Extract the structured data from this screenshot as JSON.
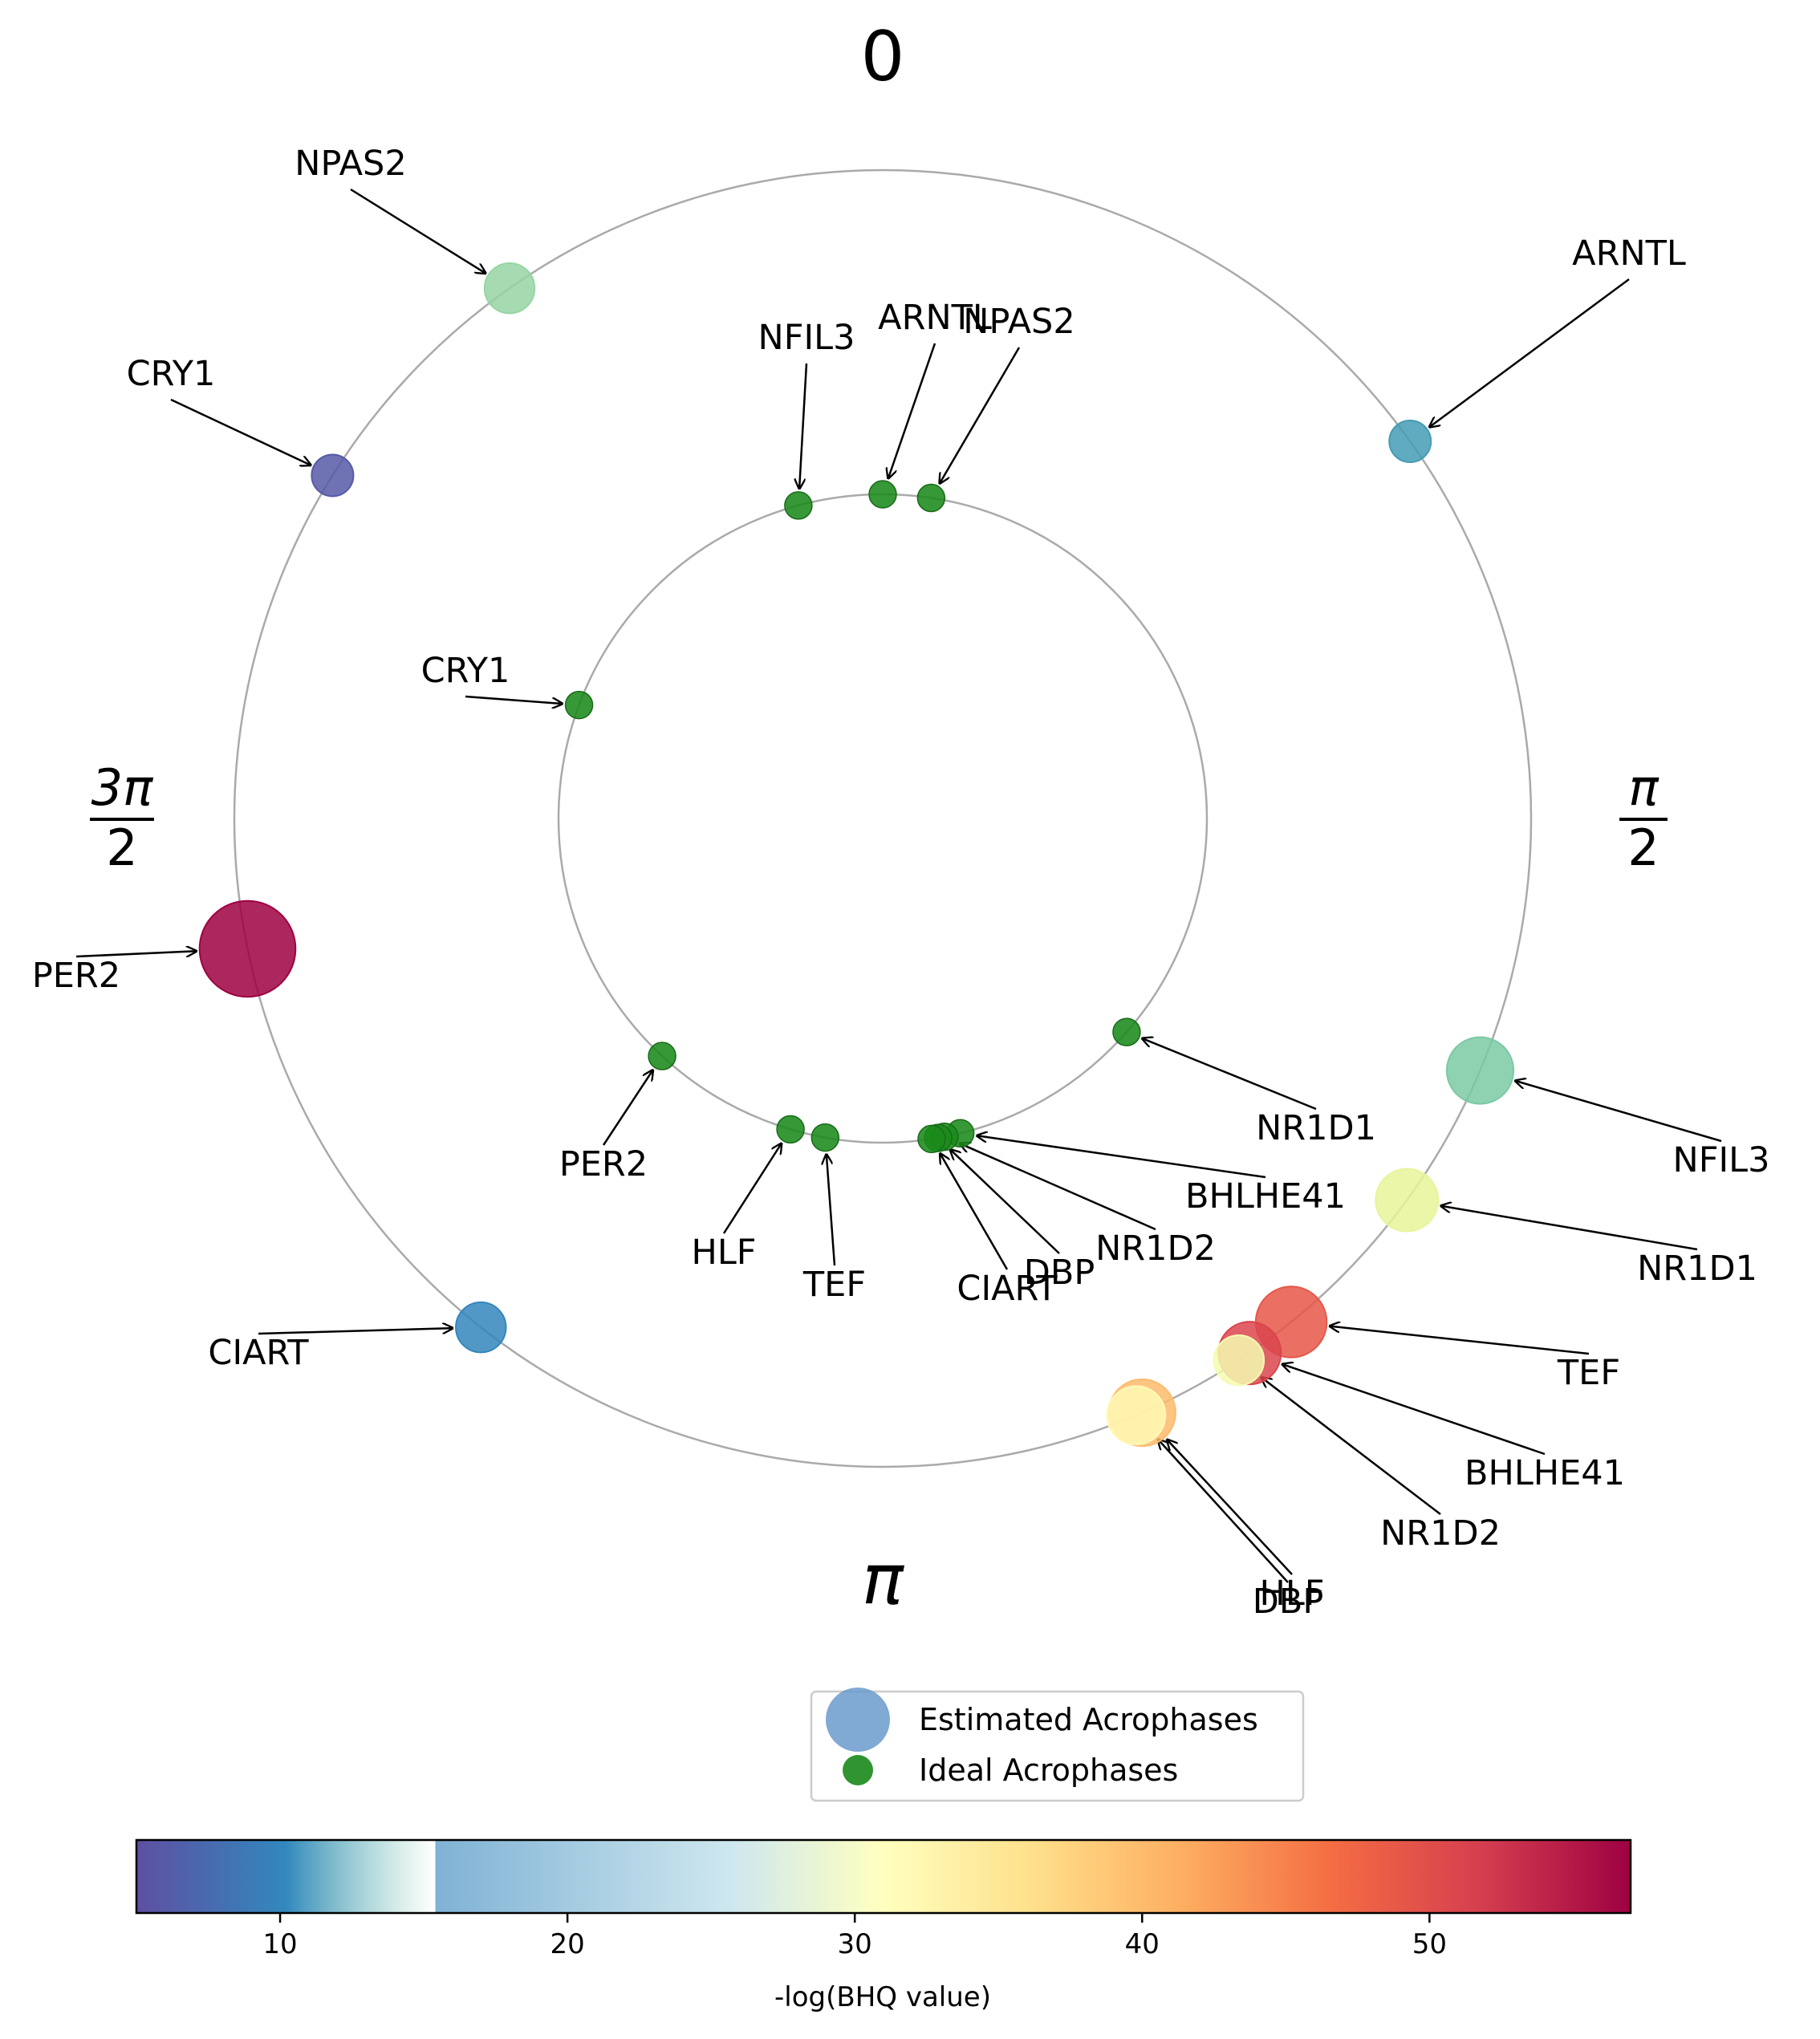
{
  "chart_data": {
    "type": "scatter",
    "coordinate_system": "polar",
    "angle_origin": "top",
    "direction": "clockwise",
    "direction_labels": [
      {
        "text": "0",
        "angle_rad": 0
      },
      {
        "text": "π/2",
        "numerator": "π",
        "denominator": "2",
        "angle_rad": 1.5708
      },
      {
        "text": "π",
        "angle_rad": 3.1416
      },
      {
        "text": "3π/2",
        "numerator": "3π",
        "denominator": "2",
        "angle_rad": 4.7124
      }
    ],
    "series": [
      {
        "name": "Estimated Acrophases",
        "ring": "outer",
        "color": "#6a9acb",
        "points": [
          {
            "label": "ARNTL",
            "acrophase_rad": 0.95,
            "bhq": 12,
            "size": 1.0
          },
          {
            "label": "NFIL3",
            "acrophase_rad": 1.97,
            "bhq": 17,
            "size": 1.6
          },
          {
            "label": "NR1D1",
            "acrophase_rad": 2.2,
            "bhq": 26,
            "size": 1.5
          },
          {
            "label": "TEF",
            "acrophase_rad": 2.46,
            "bhq": 49,
            "size": 1.7
          },
          {
            "label": "BHLHE41",
            "acrophase_rad": 2.54,
            "bhq": 51,
            "size": 1.5
          },
          {
            "label": "NR1D2",
            "acrophase_rad": 2.56,
            "bhq": 29,
            "size": 1.2
          },
          {
            "label": "HLF",
            "acrophase_rad": 2.73,
            "bhq": 40,
            "size": 1.6
          },
          {
            "label": "DBP",
            "acrophase_rad": 2.74,
            "bhq": 32,
            "size": 1.4
          },
          {
            "label": "CIART",
            "acrophase_rad": 3.81,
            "bhq": 10,
            "size": 1.2
          },
          {
            "label": "PER2",
            "acrophase_rad": 4.51,
            "bhq": 57,
            "size": 2.3
          },
          {
            "label": "CRY1",
            "acrophase_rad": 5.27,
            "bhq": 6,
            "size": 1.0
          },
          {
            "label": "NPAS2",
            "acrophase_rad": 5.67,
            "bhq": 19,
            "size": 1.2
          }
        ]
      },
      {
        "name": "Ideal Acrophases",
        "ring": "inner",
        "color": "#1a8a1a",
        "points": [
          {
            "label": "ARNTL",
            "acrophase_rad": 0.0
          },
          {
            "label": "NPAS2",
            "acrophase_rad": 0.15
          },
          {
            "label": "NFIL3",
            "acrophase_rad": 6.02
          },
          {
            "label": "CRY1",
            "acrophase_rad": 5.07
          },
          {
            "label": "NR1D1",
            "acrophase_rad": 2.29
          },
          {
            "label": "BHLHE41",
            "acrophase_rad": 2.9
          },
          {
            "label": "NR1D2",
            "acrophase_rad": 2.95
          },
          {
            "label": "DBP",
            "acrophase_rad": 2.97
          },
          {
            "label": "CIART",
            "acrophase_rad": 2.99
          },
          {
            "label": "TEF",
            "acrophase_rad": 3.32
          },
          {
            "label": "HLF",
            "acrophase_rad": 3.43
          },
          {
            "label": "PER2",
            "acrophase_rad": 3.89
          }
        ]
      }
    ],
    "colorbar": {
      "label": "-log(BHQ value)",
      "range": [
        5,
        57
      ],
      "ticks": [
        10,
        20,
        30,
        40,
        50
      ],
      "colormap": [
        "#5e4fa2",
        "#3288bd",
        "#66c2a5",
        "#abdda4",
        "#e6f598",
        "#ffffbf",
        "#fee08b",
        "#fdae61",
        "#f46d43",
        "#d53e4f",
        "#9e0142"
      ]
    },
    "legend": {
      "position": "bottom-center",
      "entries": [
        "Estimated Acrophases",
        "Ideal Acrophases"
      ]
    }
  }
}
